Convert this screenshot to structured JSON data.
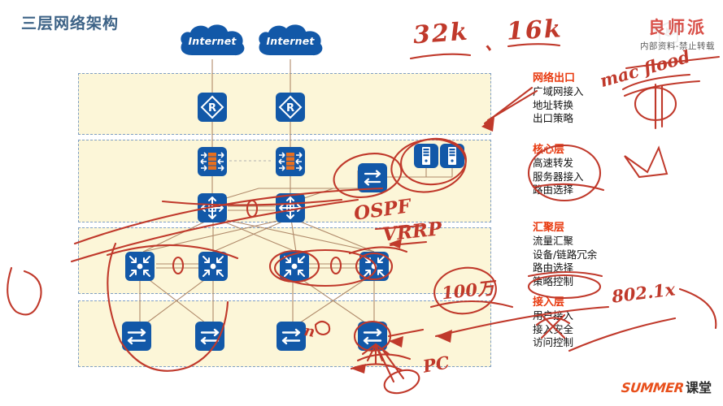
{
  "page_title": "三层网络架构",
  "bands": [
    {
      "id": "exit",
      "name": "network-exit-layer"
    },
    {
      "id": "core",
      "name": "core-layer"
    },
    {
      "id": "agg",
      "name": "aggregation-layer"
    },
    {
      "id": "access",
      "name": "access-layer"
    }
  ],
  "clouds": [
    {
      "label": "Internet"
    },
    {
      "label": "Internet"
    }
  ],
  "annotations": {
    "exit": {
      "heading": "网络出口",
      "lines": [
        "广域网接入",
        "地址转换",
        "出口策略"
      ]
    },
    "core": {
      "heading": "核心层",
      "lines": [
        "高速转发",
        "服务器接入",
        "路由选择"
      ]
    },
    "agg": {
      "heading": "汇聚层",
      "lines": [
        "流量汇聚",
        "设备/链路冗余",
        "路由选择",
        "策略控制"
      ]
    },
    "access": {
      "heading": "接入层",
      "lines": [
        "用户接入",
        "接入安全",
        "访问控制"
      ]
    }
  },
  "watermark": {
    "main": "良师派",
    "sub": "内部资料-禁止转载"
  },
  "logo": {
    "en": "SUMMER",
    "cn": "课堂"
  },
  "handwriting": [
    {
      "id": "hw-32k",
      "text": "32k"
    },
    {
      "id": "hw-dot",
      "text": "、"
    },
    {
      "id": "hw-16k",
      "text": "16k"
    },
    {
      "id": "hw-macflood",
      "text": "mac flood"
    },
    {
      "id": "hw-ospf",
      "text": "OSPF"
    },
    {
      "id": "hw-vrrp",
      "text": "VRRP"
    },
    {
      "id": "hw-100w",
      "text": "100万"
    },
    {
      "id": "hw-8021x",
      "text": "802.1x"
    },
    {
      "id": "hw-pc",
      "text": "PC"
    },
    {
      "id": "hw-n",
      "text": "n"
    }
  ],
  "icons": {
    "router": "router-icon",
    "firewall": "firewall-icon",
    "core_switch": "core-switch-icon",
    "agg_switch": "aggregation-switch-icon",
    "access_switch": "access-switch-icon",
    "server": "server-icon",
    "l3_switch": "layer3-switch-icon",
    "cloud": "internet-cloud-icon"
  },
  "colors": {
    "device_blue": "#1258a8",
    "band_fill": "#fcf6d8",
    "band_border": "#7f9fc4",
    "heading_red": "#e8380d",
    "ink_red": "#c0392b",
    "title_blue": "#3c6286",
    "logo_orange": "#e8501c",
    "firewall_orange": "#e8701f"
  }
}
